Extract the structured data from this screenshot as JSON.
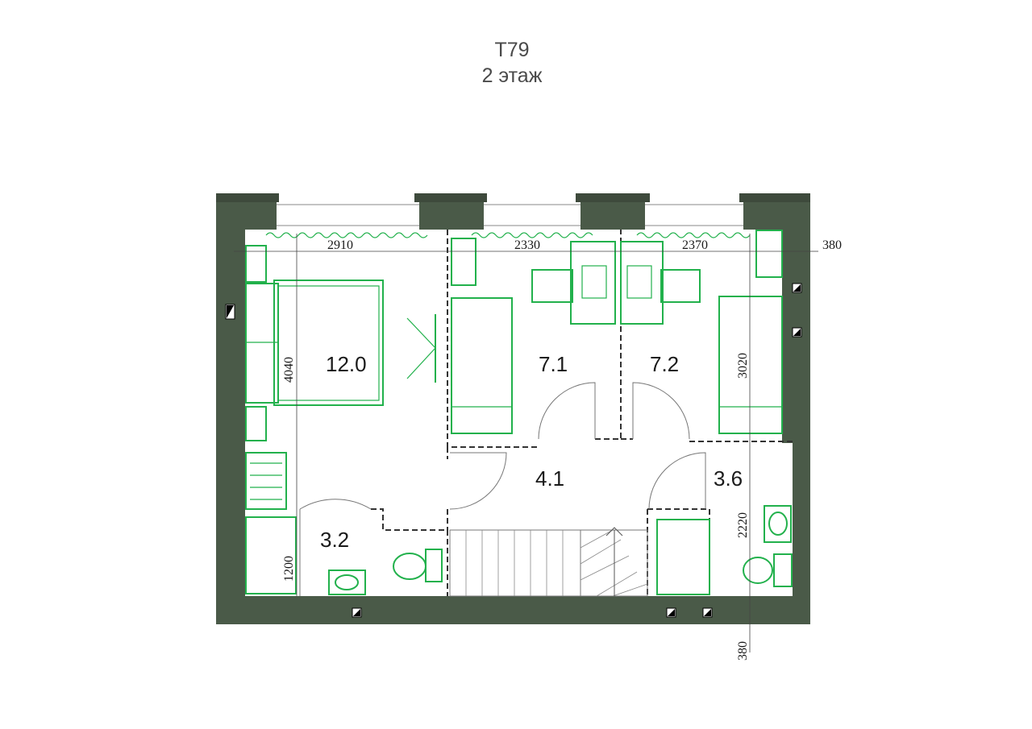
{
  "header": {
    "title": "T79",
    "subtitle": "2 этаж"
  },
  "rooms": [
    {
      "id": "bedroom",
      "area": "12.0"
    },
    {
      "id": "room-a",
      "area": "7.1"
    },
    {
      "id": "room-b",
      "area": "7.2"
    },
    {
      "id": "hall",
      "area": "4.1"
    },
    {
      "id": "bath-right",
      "area": "3.6"
    },
    {
      "id": "bath-left",
      "area": "3.2"
    }
  ],
  "dimensions": {
    "top_1": "2910",
    "top_2": "2330",
    "top_3": "2370",
    "right_offset": "380",
    "left_height": "4040",
    "right_height": "3020",
    "bath_right_height": "2220",
    "bath_left_height": "1200",
    "bottom_offset": "380"
  },
  "colors": {
    "walls": "#4a5a48",
    "furniture": "#22b14c",
    "text": "#1a1a1a"
  }
}
